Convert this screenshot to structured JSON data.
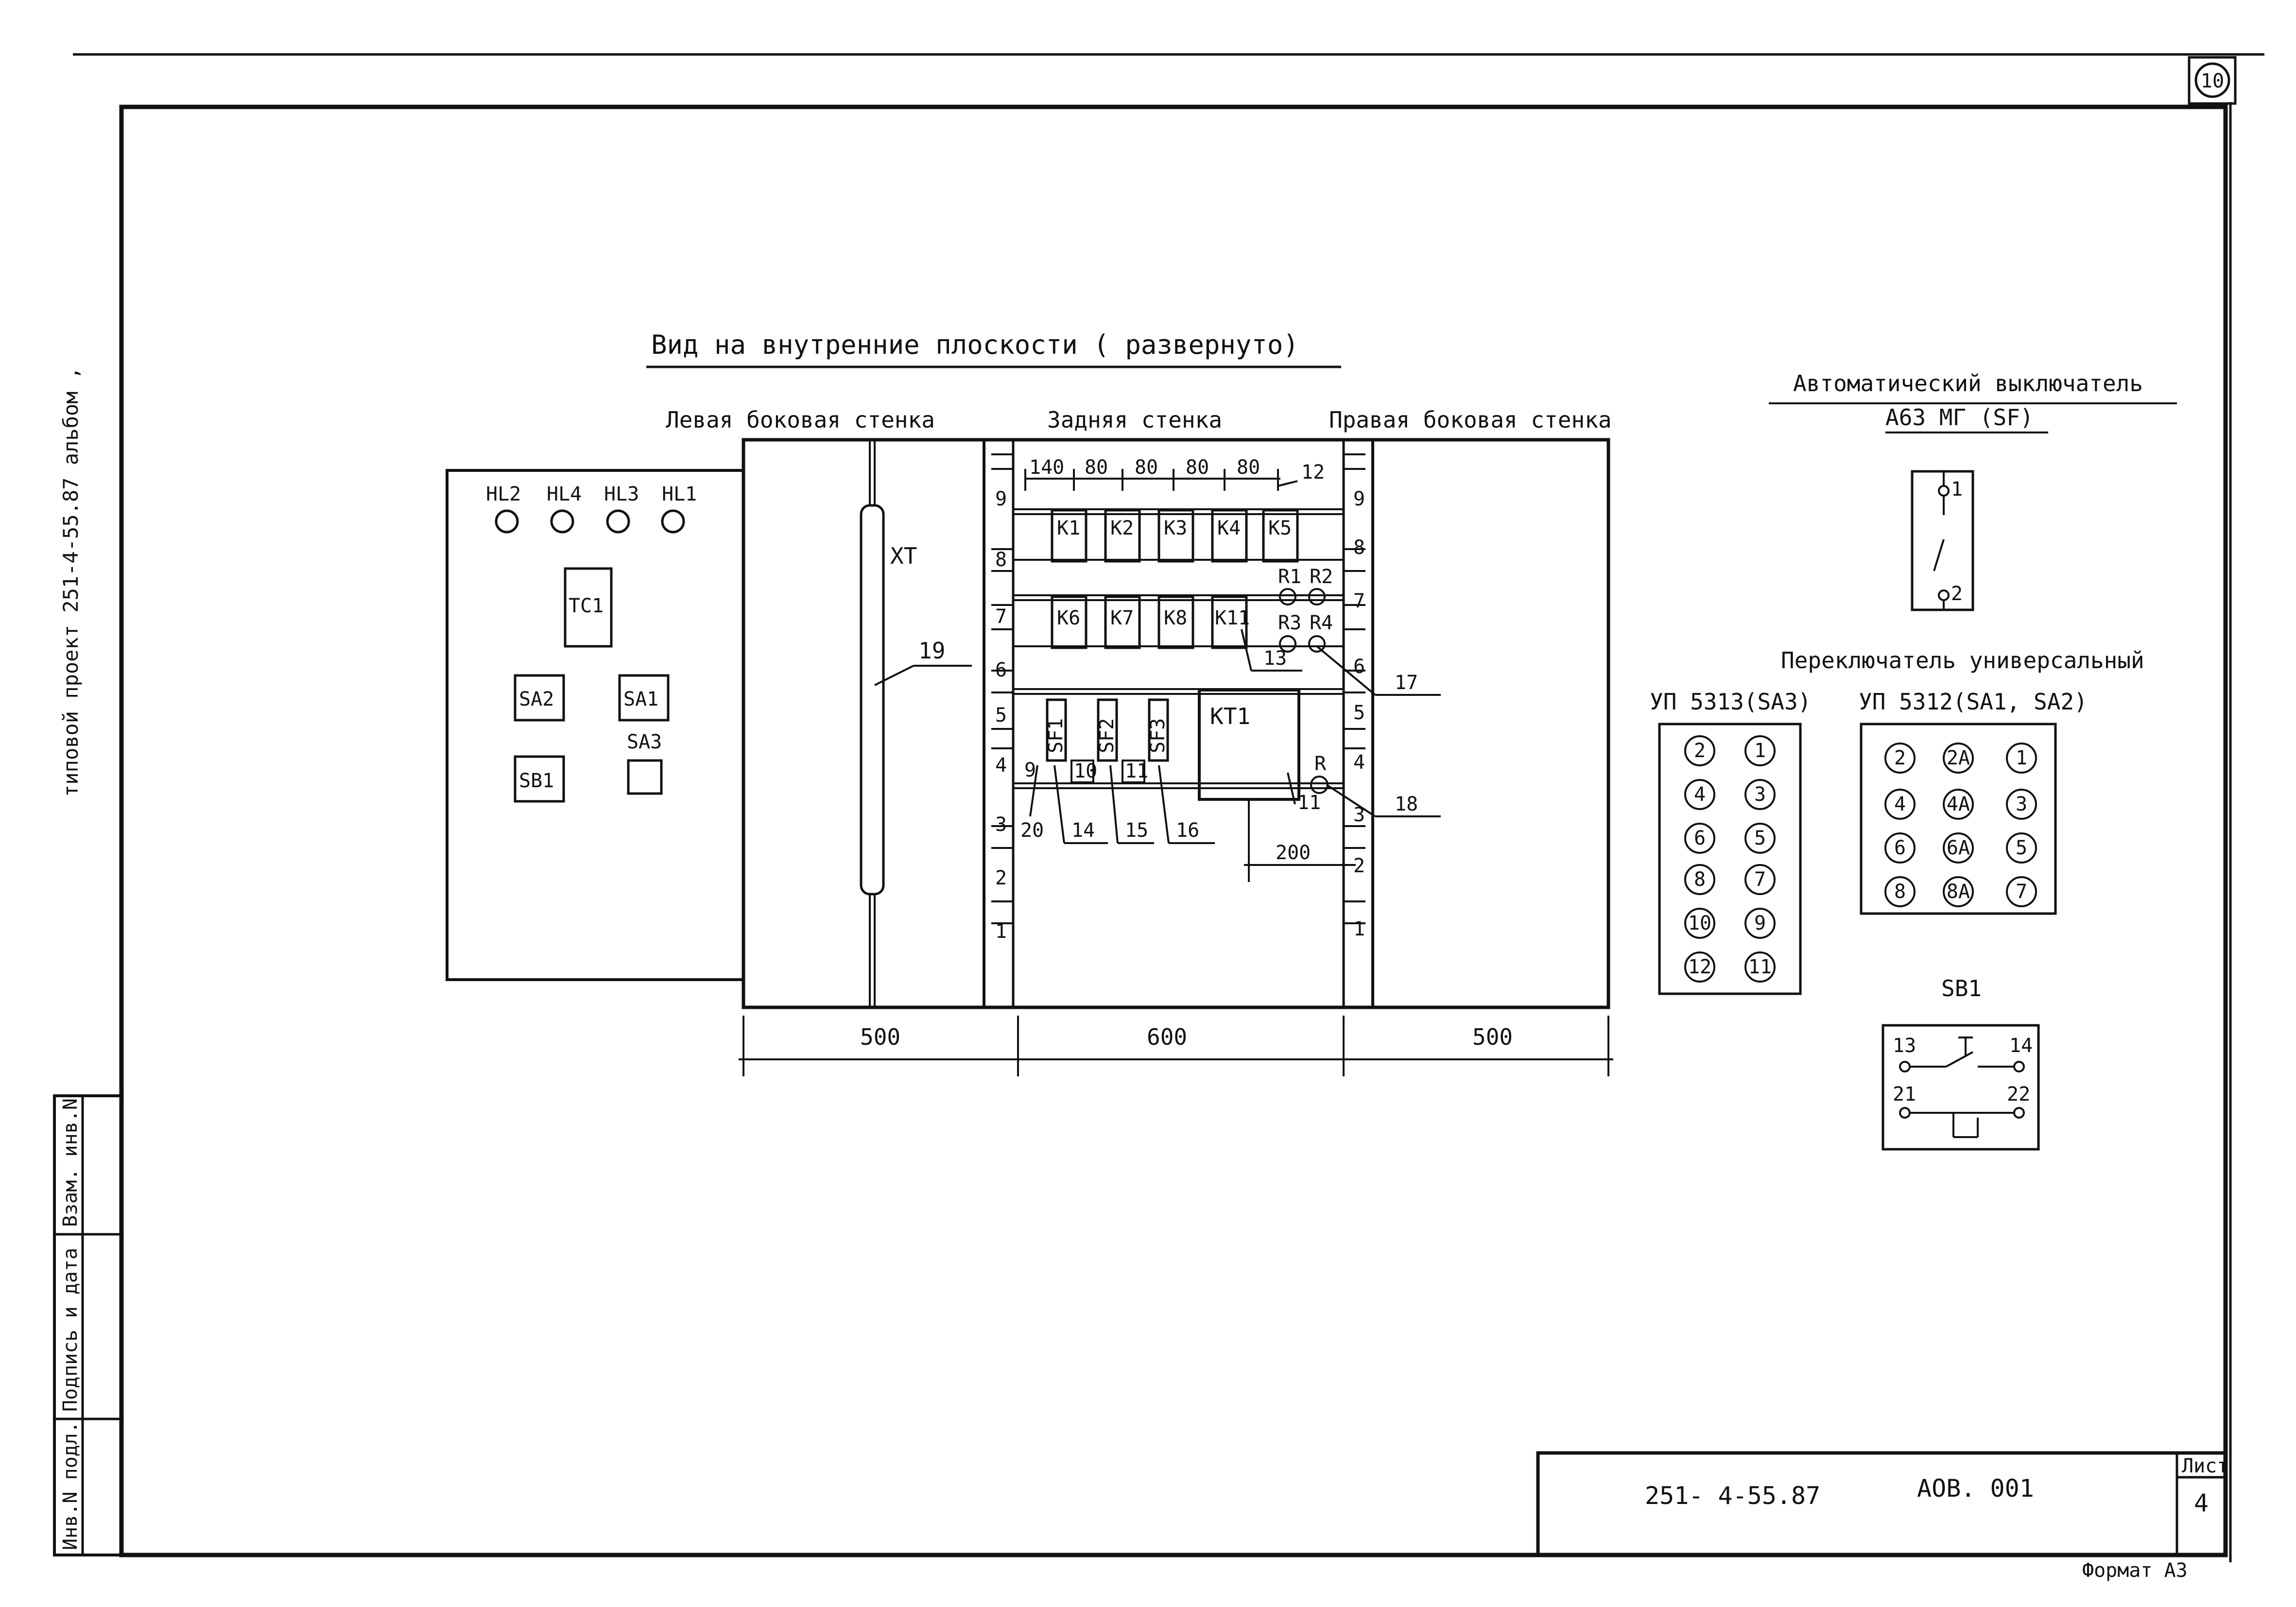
{
  "sheet_number": "10",
  "side_strip": {
    "project_text": "типовой проект  251-4-55.87   альбом ,"
  },
  "left_stamp_cells": [
    "Инв.N подл.",
    "Подпись и дата",
    "Взам. инв.N"
  ],
  "view_title": "Вид на внутренние плоскости ( развернуто)",
  "wall_labels": {
    "left": "Левая боковая стенка",
    "back": "Задняя стенка",
    "right": "Правая боковая стенка"
  },
  "door_panel": {
    "lamps": [
      "HL2",
      "HL4",
      "HL3",
      "HL1"
    ],
    "tc": "TC1",
    "sa2": "SA2",
    "sa1": "SA1",
    "sa3": "SA3",
    "sb1": "SB1"
  },
  "left_wall": {
    "terminal": "XT",
    "callout": "19"
  },
  "back_wall": {
    "top_dims": [
      "140",
      "80",
      "80",
      "80",
      "80",
      "12"
    ],
    "relays_row1": [
      "K1",
      "K2",
      "K3",
      "K4",
      "K5"
    ],
    "relays_row2": [
      "K6",
      "K7",
      "K8",
      "K11"
    ],
    "resistors": [
      "R1",
      "R2",
      "R3",
      "R4"
    ],
    "breakers": [
      "SF1",
      "SF2",
      "SF3"
    ],
    "timer": "KT1",
    "resistor_r": "R",
    "callouts": [
      "13",
      "11",
      "20",
      "14",
      "15",
      "16",
      "10",
      "11",
      "9",
      "17",
      "18"
    ],
    "dim_200": "200",
    "rail_left": [
      "9",
      "8",
      "7",
      "6",
      "5",
      "4",
      "3",
      "2",
      "1"
    ],
    "rail_right": [
      "9",
      "8",
      "7",
      "6",
      "5",
      "4",
      "3",
      "2",
      "1"
    ]
  },
  "bottom_dims": [
    "500",
    "600",
    "500"
  ],
  "breaker_spec": {
    "title": "Автоматический выключатель",
    "model": "А63 МГ (SF)",
    "contacts": [
      "1",
      "2"
    ]
  },
  "switch_spec": {
    "title": "Переключатель универсальный",
    "up5313_label": "УП 5313(SA3)",
    "up5313_contacts": [
      [
        "2",
        "1"
      ],
      [
        "4",
        "3"
      ],
      [
        "6",
        "5"
      ],
      [
        "8",
        "7"
      ],
      [
        "10",
        "9"
      ],
      [
        "12",
        "11"
      ]
    ],
    "up5312_label": "УП 5312(SA1, SA2)",
    "up5312_contacts": [
      [
        "2",
        "2A",
        "1"
      ],
      [
        "4",
        "4A",
        "3"
      ],
      [
        "6",
        "6A",
        "5"
      ],
      [
        "8",
        "8A",
        "7"
      ]
    ]
  },
  "sb1_spec": {
    "title": "SB1",
    "contacts": [
      "13",
      "14",
      "21",
      "22"
    ]
  },
  "title_block": {
    "doc_number": "251- 4-55.87",
    "doc_code": "АОВ. 001",
    "sheet_label": "Лист",
    "sheet_value": "4",
    "format": "Формат А3"
  }
}
